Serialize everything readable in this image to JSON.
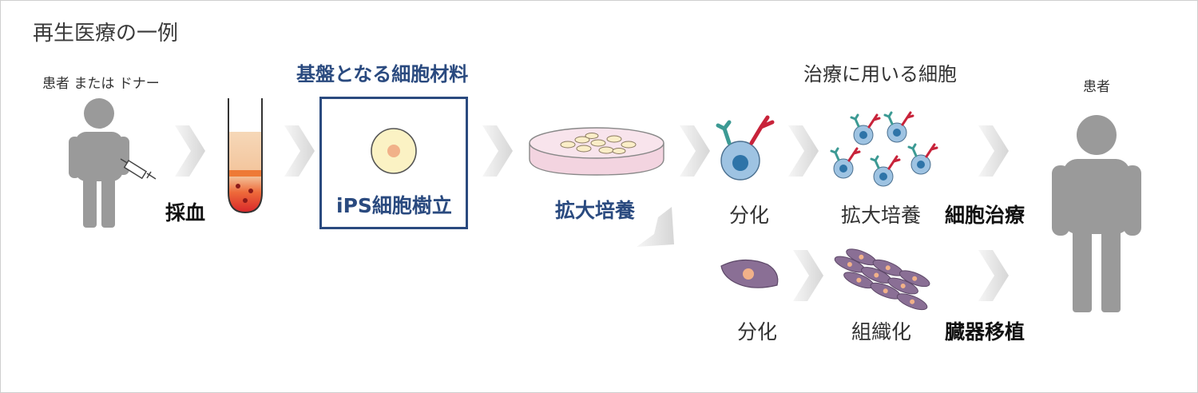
{
  "title": "再生医療の一例",
  "source": {
    "label": "患者 または ドナー",
    "step": "採血"
  },
  "material": {
    "heading": "基盤となる細胞材料",
    "label": "iPS細胞樹立"
  },
  "expansion": {
    "label": "拡大培養"
  },
  "therapy_cells": {
    "heading": "治療に用いる細胞"
  },
  "upper_path": {
    "differentiation": "分化",
    "expansion": "拡大培養",
    "outcome": "細胞治療"
  },
  "lower_path": {
    "differentiation": "分化",
    "tissue": "組織化",
    "outcome": "臓器移植"
  },
  "recipient": {
    "label": "患者"
  },
  "colors": {
    "figure_gray": "#9a9a9a",
    "arrow_gray": "#e2e2e2",
    "accent_blue": "#2a4a7f",
    "cell_blue": "#9ec3e2",
    "nucleus_blue": "#2e74a8",
    "receptor_teal": "#3c9a94",
    "receptor_red": "#c8233a",
    "stromal_purple": "#8a6f95"
  },
  "icons": [
    "person-icon",
    "syringe-icon",
    "test-tube-icon",
    "ips-cell-icon",
    "petri-dish-icon",
    "immune-cell-icon",
    "immune-cell-cluster-icon",
    "stromal-cell-icon",
    "tissue-sheet-icon",
    "chevron-arrow-icon"
  ]
}
